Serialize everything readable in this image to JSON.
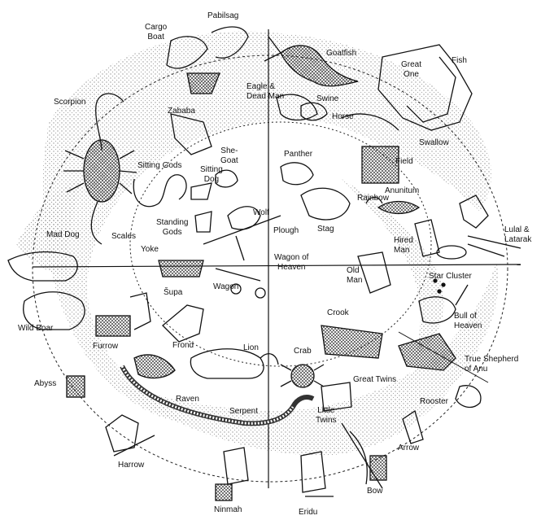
{
  "colors": {
    "ink": "#111111",
    "stipple": "#8a8a8a",
    "background": "#ffffff"
  },
  "labels": {
    "cargo_boat_1": "Cargo",
    "cargo_boat_2": "Boat",
    "pabilsag": "Pabilsag",
    "goatfish": "Goatfish",
    "great_one_1": "Great",
    "great_one_2": "One",
    "fish": "Fish",
    "scorpion": "Scorpion",
    "eagle_1": "Eagle &",
    "eagle_2": "Dead Man",
    "swine": "Swine",
    "zababa": "Zababa",
    "horse": "Horse",
    "swallow": "Swallow",
    "she_goat_1": "She-",
    "she_goat_2": "Goat",
    "panther": "Panther",
    "field": "Field",
    "sitting_gods": "Sitting Gods",
    "sitting_dog_1": "Sitting",
    "sitting_dog_2": "Dog",
    "anunitum": "Anunitum",
    "rainbow": "Rainbow",
    "lulal_1": "Lulal &",
    "lulal_2": "Latarak",
    "wolf": "Wolf",
    "standing_gods_1": "Standing",
    "standing_gods_2": "Gods",
    "stag": "Stag",
    "plough": "Plough",
    "hired_man_1": "Hired",
    "hired_man_2": "Man",
    "mad_dog": "Mad Dog",
    "scales": "Scales",
    "yoke": "Yoke",
    "wagon_of_heaven_1": "Wagon of",
    "wagon_of_heaven_2": "Heaven",
    "old_man_1": "Old",
    "old_man_2": "Man",
    "star_cluster": "Star Cluster",
    "supa": "Šupa",
    "wagon": "Wagon",
    "crook": "Crook",
    "bull_1": "Bull of",
    "bull_2": "Heaven",
    "wild_boar": "Wild Boar",
    "furrow": "Furrow",
    "frond": "Frond",
    "lion": "Lion",
    "crab": "Crab",
    "true_shepherd_1": "True Shepherd",
    "true_shepherd_2": "of Anu",
    "great_twins": "Great Twins",
    "abyss": "Abyss",
    "raven": "Raven",
    "serpent": "Serpent",
    "little_twins_1": "Little",
    "little_twins_2": "Twins",
    "rooster": "Rooster",
    "arrow": "Arrow",
    "harrow": "Harrow",
    "bow": "Bow",
    "ninmah": "Ninmah",
    "eridu": "Eridu"
  }
}
